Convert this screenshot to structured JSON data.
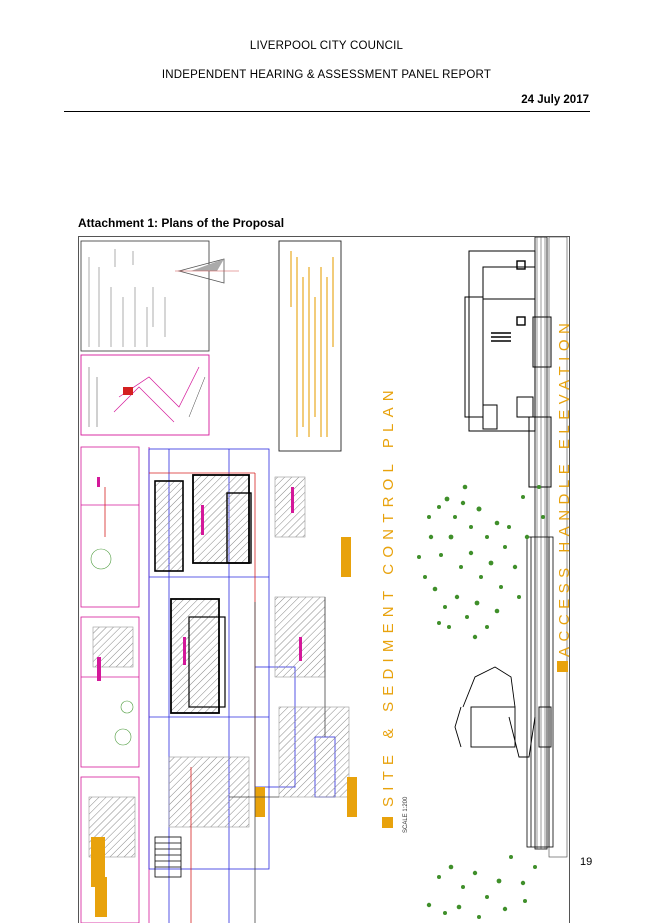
{
  "header": {
    "organisation": "LIVERPOOL CITY COUNCIL",
    "report_title": "INDEPENDENT HEARING & ASSESSMENT PANEL REPORT",
    "date": "24 July 2017"
  },
  "attachment": {
    "caption": "Attachment 1: Plans of the Proposal",
    "drawing": {
      "plan_title": "SITE & SEDIMENT CONTROL PLAN",
      "elevation_title": "ACCESS HANDLE ELEVATION",
      "scale_label": "SCALE 1:200",
      "accent_color": "#e8a20c",
      "boundary_color": "#d4189a",
      "services_color": "#2a2adf",
      "tree_color": "#3f8f2a"
    }
  },
  "footer": {
    "page_number": "19"
  }
}
